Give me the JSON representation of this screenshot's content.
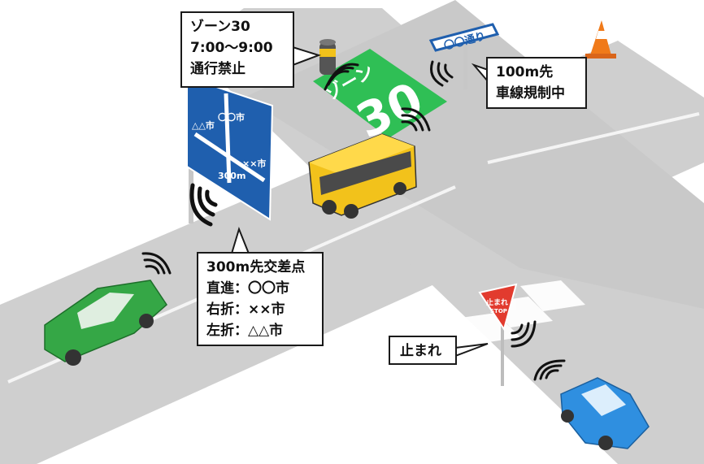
{
  "callouts": {
    "zone30": {
      "lines": [
        "ゾーン30",
        "7:00〜9:00",
        "通行禁止"
      ]
    },
    "lane": {
      "lines": [
        "100m先",
        "車線規制中"
      ]
    },
    "intersection": {
      "lines": [
        "300m先交差点",
        "直進：〇〇市",
        "右折：××市",
        "左折：△△市"
      ]
    },
    "stop": {
      "lines": [
        "止まれ"
      ]
    }
  },
  "signs": {
    "street_name": "〇〇通り",
    "zone_road_text": "ゾーン",
    "zone_road_number": "30",
    "direction": {
      "up": "〇〇市",
      "left": "△△市",
      "right": "××市",
      "distance": "300m"
    },
    "stop_jp": "止まれ",
    "stop_en": "STOP"
  },
  "colors": {
    "road": "#cfcfcf",
    "zone": "#2fbf55",
    "bus": "#f2c21b",
    "car_green": "#35a746",
    "car_blue": "#2f8fe0",
    "sign_blue": "#1f5fae",
    "stop_red": "#e23b2e"
  }
}
